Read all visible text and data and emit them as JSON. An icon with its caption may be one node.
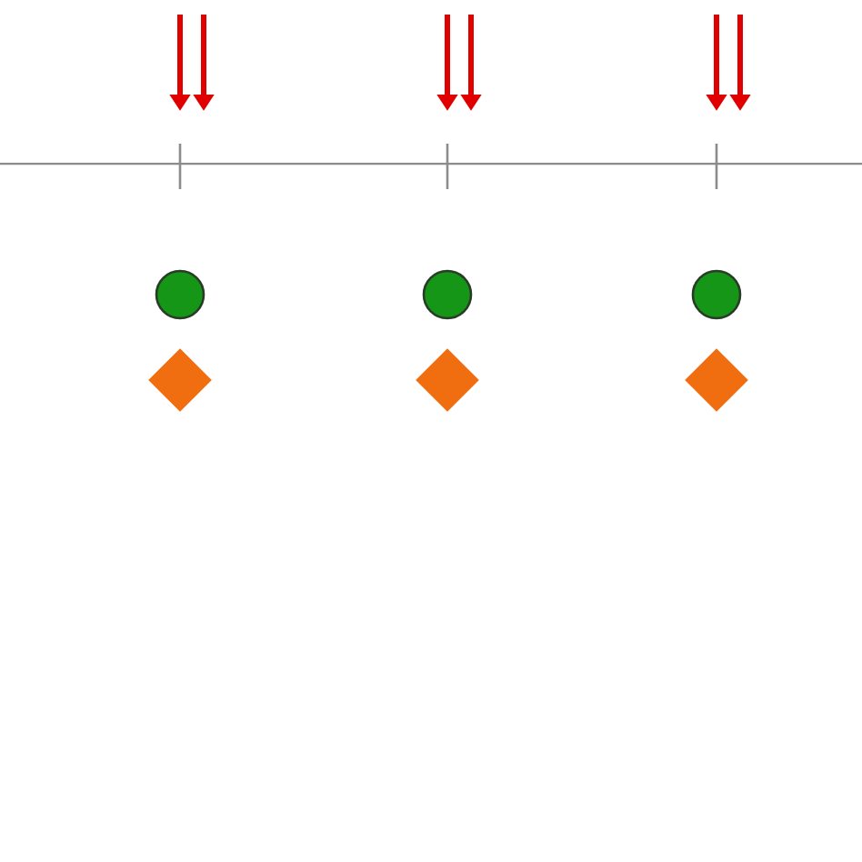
{
  "diagram": {
    "nodes": [
      {
        "text": [],
        "shape": "circle"
      },
      {
        "text": [],
        "shape": "circle"
      },
      {
        "text": [],
        "shape": "circle"
      },
      {
        "text": [],
        "shape": "diamond"
      },
      {
        "text": [],
        "shape": "diamond"
      },
      {
        "text": [],
        "shape": "diamond"
      }
    ]
  }
}
